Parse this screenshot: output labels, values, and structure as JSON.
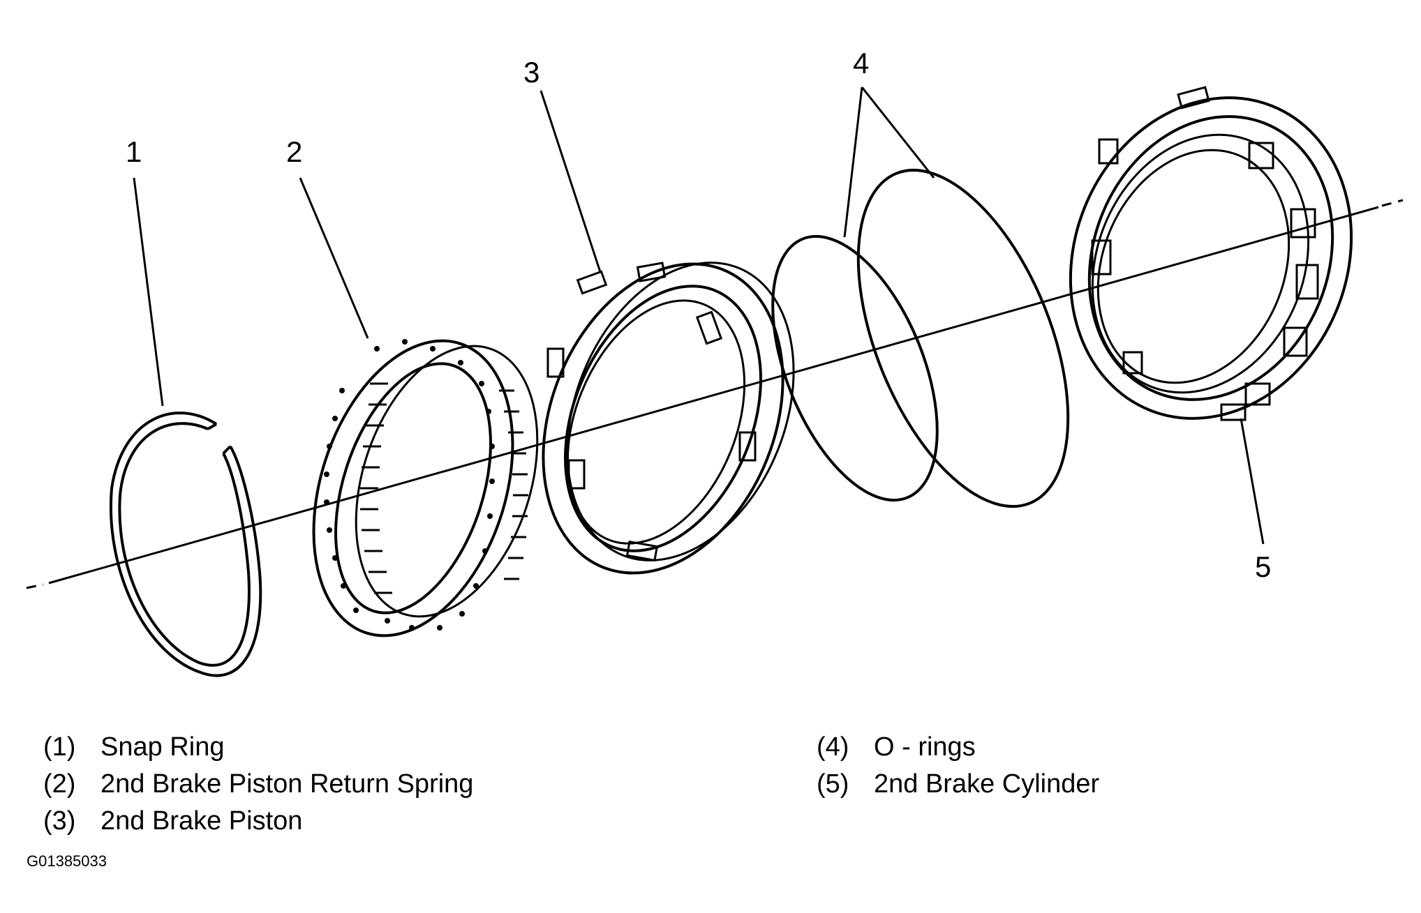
{
  "callouts": {
    "c1": "1",
    "c2": "2",
    "c3": "3",
    "c4": "4",
    "c5": "5"
  },
  "legend": [
    {
      "num": "(1)",
      "label": "Snap Ring"
    },
    {
      "num": "(2)",
      "label": "2nd Brake Piston Return Spring"
    },
    {
      "num": "(3)",
      "label": "2nd Brake Piston"
    },
    {
      "num": "(4)",
      "label": "O - rings"
    },
    {
      "num": "(5)",
      "label": "2nd Brake Cylinder"
    }
  ],
  "figure_id": "G01385033"
}
